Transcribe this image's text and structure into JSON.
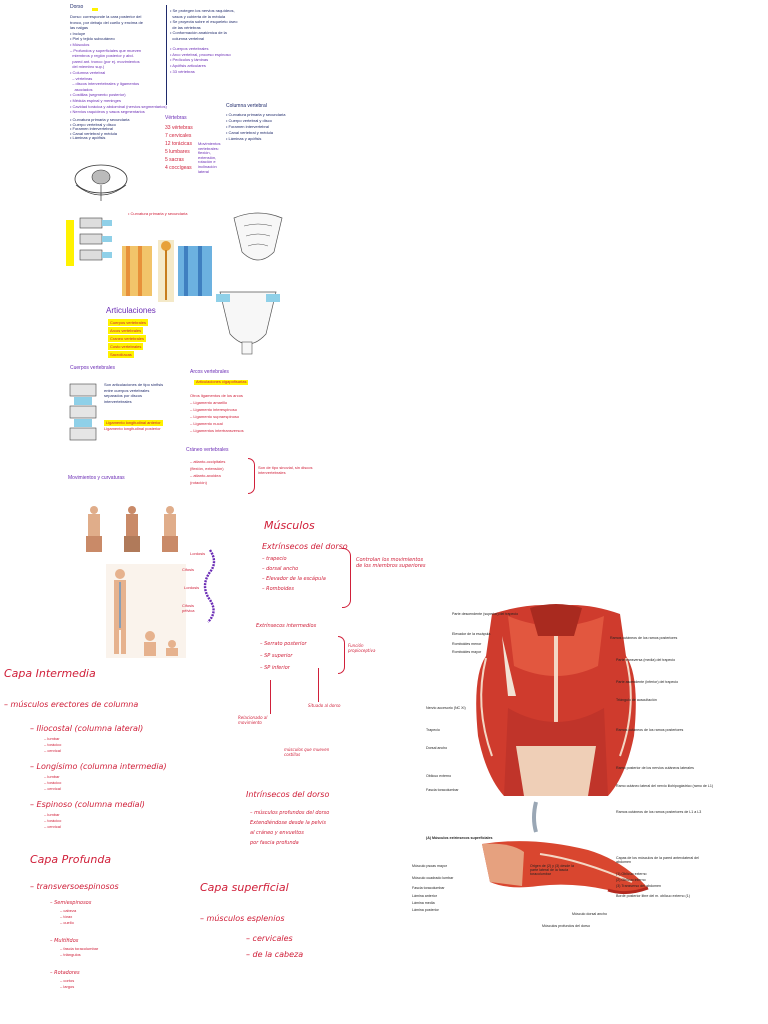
{
  "col1_top": {
    "title": "Dorso",
    "lines": [
      "Dorso: corresponde la cara posterior del",
      "tronco, por debajo del cuello y encima de",
      "las nalgas",
      "• Incluye",
      "• Piel y tejido subcutáneo",
      "• Músculos",
      "– Profundos y superficiales que mueven",
      "  miembros y región posterior y abd.",
      "  pared ant. tronco (por ej. movimientos",
      "  del miembro sup.)",
      "• Columna vertebral",
      "  – vértebras",
      "  – discos intervertebrales y ligamentos",
      "    asociados",
      "• Costillas (segmento posterior)",
      "• Médula espinal y meninges",
      "• Cavidad torácica y abdominal (nervios segmentarios)",
      "• Nervios raquídeos y vasos segmentarios"
    ]
  },
  "col2_top": {
    "lines": [
      "• Se protegen los nervios raquídeos,",
      "  vasos y cubierta de la médula",
      "• Se proyecta sobre el esqueleto óseo",
      "  de las vértebras",
      "• Conformación anatómica de la",
      "  columna vertebral"
    ],
    "sub": [
      "• Cuerpos vertebrales",
      "• Arco vertebral, proceso espinoso",
      "• Pedículos y láminas",
      "• Apófisis articulares",
      "• 33 vértebras"
    ]
  },
  "vertebras": {
    "title": "Vértebras",
    "items": [
      "33 vértebras",
      "7 cervicales",
      "12 torácicas",
      "5 lumbares",
      "5 sacras",
      "4 coccígeas"
    ],
    "note": "Movimientos vertebrales: flexión, extensión, rotación e inclinación lateral"
  },
  "columna_lumbar": {
    "title": "Columna vertebral",
    "lines": [
      "• Curvatura primaria y secundaria",
      "• Cuerpo vertebral y disco",
      "• Foramen intervertebral",
      "• Canal vertebral y médula",
      "• Láminas y apófisis"
    ]
  },
  "articulaciones": {
    "title": "Articulaciones",
    "items": [
      "Cuerpos vertebrales",
      "Arcos vertebrales",
      "Craneo vertebrales",
      "Costo vertebrales",
      "Sacroilíacas"
    ]
  },
  "cuerpos": {
    "title": "Cuerpos vertebrales",
    "lines": [
      "Son articulaciones de tipo sínfisis",
      "entre cuerpos vertebrales",
      "separados por discos",
      "intervertebrales"
    ],
    "red": [
      "Ligamento longitudinal anterior",
      "Ligamento longitudinal posterior"
    ]
  },
  "arcos": {
    "title": "Arcos vertebrales",
    "hl": "Articulaciones cigapofisarias",
    "lines": [
      "Otros ligamentos de los arcos",
      "– Ligamento amarillo",
      "– Ligamento interespinoso",
      "– Ligamento supraespinoso",
      "– Ligamento nucal",
      "– Ligamentos intertransversos"
    ]
  },
  "craneo": {
    "title": "Cráneo vertebrales",
    "lines": [
      "– atlanto-occipitales",
      "(flexión, extensión)",
      "– atlanto-axoidea",
      "(rotación)"
    ],
    "brace_note": "Son de tipo sinovial, sin discos intervertebrales"
  },
  "movimientos": {
    "title": "Movimientos y curvaturas",
    "curv": [
      "Lordosis",
      "Cifosis",
      "Lordosis",
      "Cifosis pélvica"
    ]
  },
  "musculos": {
    "title": "Músculos",
    "extrinsecos": {
      "title": "Extrínsecos del dorso",
      "items": [
        "– trapecio",
        "– dorsal ancho",
        "– Elevador de la escápula",
        "– Romboides"
      ],
      "note": "Controlan los movimientos de los miembros superiores"
    },
    "resp": {
      "title": "Extrínsecos intermedios",
      "items": [
        "– Serrato posterior",
        "– SP superior",
        "– SP inferior"
      ],
      "note": "Función propioceptiva",
      "left": "Relacionado al movimiento",
      "right": "Situado al dorso",
      "bottom": "músculos que mueven costillas"
    },
    "intrinsecos": {
      "title": "Intrínsecos del dorso",
      "lines": [
        "– músculos profundos del dorso",
        "Extendiéndose desde la pelvis",
        "al cráneo y envueltos",
        "por fascia profunda"
      ]
    }
  },
  "capa_intermedia": {
    "title": "Capa Intermedia",
    "sub": "– músculos erectores de columna",
    "groups": [
      {
        "name": "– Iliocostal (columna lateral)",
        "items": [
          "– lumbar",
          "– torácico",
          "– cervical"
        ]
      },
      {
        "name": "– Longísimo (columna intermedia)",
        "items": [
          "– lumbar",
          "– torácico",
          "– cervical"
        ]
      },
      {
        "name": "– Espinoso (columna medial)",
        "items": [
          "– lumbar",
          "– torácico",
          "– cervical"
        ]
      }
    ]
  },
  "capa_profunda": {
    "title": "Capa Profunda",
    "sub": "– transversoespinosos",
    "groups": [
      {
        "name": "– Semiespinosos",
        "items": [
          "– cabeza",
          "– tórax",
          "– cuello"
        ]
      },
      {
        "name": "– Multífidos",
        "items": [
          "– fascia toracolumbar",
          "– triángulos"
        ]
      },
      {
        "name": "– Rotadores",
        "items": [
          "– cortos",
          "– largos"
        ]
      }
    ]
  },
  "capa_superficial": {
    "title": "Capa superficial",
    "sub": "– músculos esplenios",
    "items": [
      "– cervicales",
      "– de la cabeza"
    ]
  },
  "figure": {
    "left_labels": [
      "Parte descendente (superior) del trapecio",
      "Elevador de la escápula",
      "Romboides menor",
      "Romboides mayor",
      "Nervio accesorio (NC XI)",
      "Trapecio",
      "Dorsal ancho",
      "Oblicuo externo",
      "Fascia toracolumbar"
    ],
    "right_labels": [
      "Ramos cutáneos de los ramos posteriores",
      "Parte transversa (media) del trapecio",
      "Parte ascendente (inferior) del trapecio",
      "Triángulo de auscultación",
      "Ramos cutáneos de los ramos posteriores",
      "Ramo posterior de los nervios cutáneos laterales",
      "Ramo cutáneo lateral del nervio iliohipogástrico (ramo de L1)",
      "Ramos cutáneos de los ramos posteriores de L1 a L3"
    ],
    "caption": "(A) Músculos extrínsecos superficiales",
    "lower_left": [
      "Músculo psoas mayor",
      "Músculo cuadrado lumbar",
      "Fascia toracolumbar",
      "Lámina anterior",
      "Lámina media",
      "Lámina posterior"
    ],
    "lower_mid": [
      "Origen de (2) y (3) desde la parte lateral de la fascia toracolumbar"
    ],
    "lower_right": [
      "Capas de los músculos de la pared anterolateral del abdomen",
      "(1) Oblicuo externo",
      "(2) Oblicuo interno",
      "(3) Transverso del abdomen",
      "Borde posterior libre del m. oblicuo externo (1)",
      "Músculo dorsal ancho",
      "Músculos profundos del dorso"
    ]
  },
  "colors": {
    "navy": "#1f2a6b",
    "purple": "#6a2bb5",
    "red": "#d0203a",
    "highlight": "#fff200"
  }
}
